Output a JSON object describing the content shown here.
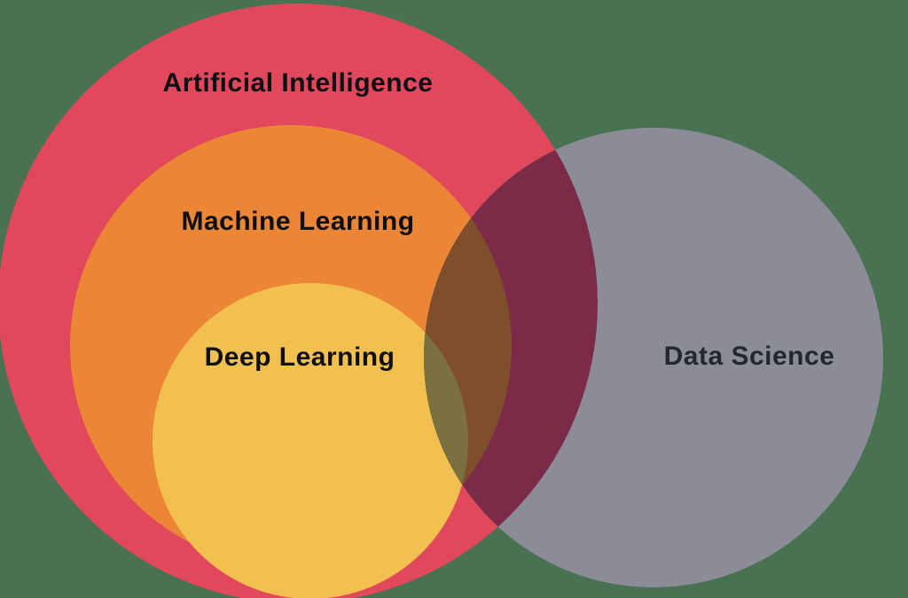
{
  "diagram": {
    "type": "venn-euler",
    "background_color": "#487251",
    "text_color": "#101014",
    "sets": [
      {
        "id": "artificial-intelligence",
        "label": "Artificial Intelligence",
        "color": "#E2485C"
      },
      {
        "id": "machine-learning",
        "label": "Machine Learning",
        "color": "#EC8637"
      },
      {
        "id": "deep-learning",
        "label": "Deep Learning",
        "color": "#F2C04E"
      },
      {
        "id": "data-science",
        "label": "Data Science",
        "color": "#8B8C97",
        "label_color": "#232732"
      }
    ],
    "overlaps": [
      {
        "id": "ai-ds-overlap",
        "between": "Artificial Intelligence + Data Science",
        "color": "#7B2B48"
      },
      {
        "id": "ml-ds-overlap",
        "between": "Machine Learning + Data Science",
        "color": "#7F4F2C"
      },
      {
        "id": "dl-ds-overlap",
        "between": "Deep Learning + Data Science",
        "color": "#7B7040"
      }
    ]
  }
}
